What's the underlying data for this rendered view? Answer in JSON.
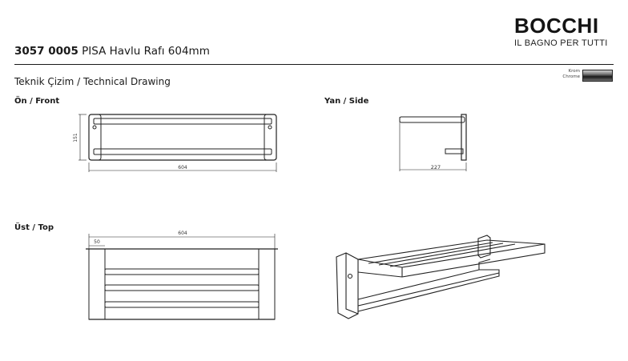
{
  "brand": {
    "name": "BOCCHI",
    "tagline": "IL BAGNO PER TUTTI"
  },
  "product": {
    "code": "3057 0005",
    "name": "PISA Havlu Rafı 604mm"
  },
  "section_title": "Teknik Çizim / Technical Drawing",
  "finish": {
    "label_tr": "Krom",
    "label_en": "Chrome"
  },
  "views": {
    "front": {
      "label": "Ön / Front",
      "width_dim": "604",
      "height_dim": "151"
    },
    "side": {
      "label": "Yan / Side",
      "depth_dim": "227"
    },
    "top": {
      "label": "Üst / Top",
      "width_dim": "604",
      "bracket_dim": "50"
    }
  }
}
